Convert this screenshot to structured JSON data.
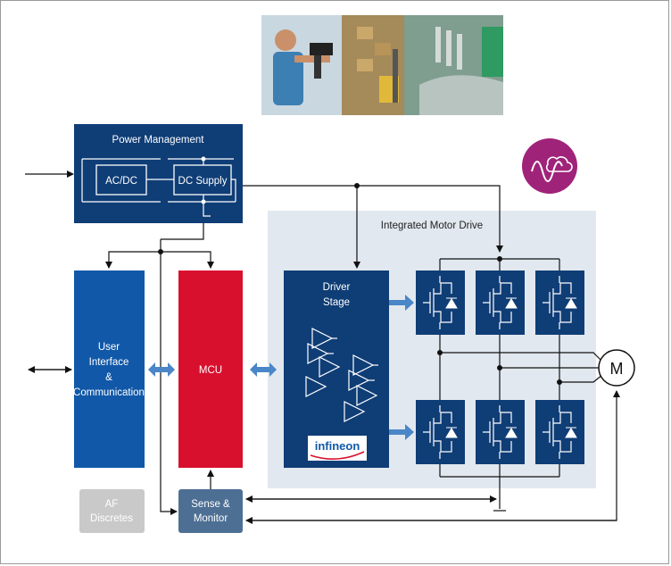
{
  "diagram": {
    "power_management": {
      "title": "Power Management",
      "acdc": "AC/DC",
      "dc_supply": "DC Supply"
    },
    "integrated_motor_drive": {
      "title": "Integrated Motor Drive"
    },
    "driver_stage": {
      "line1": "Driver",
      "line2": "Stage"
    },
    "ui_comm": {
      "line1": "User",
      "line2": "Interface",
      "line3": "&",
      "line4": "Communication"
    },
    "mcu": {
      "label": "MCU"
    },
    "af_discretes": {
      "line1": "AF",
      "line2": "Discretes"
    },
    "sense_monitor": {
      "line1": "Sense &",
      "line2": "Monitor"
    },
    "motor": {
      "label": "M"
    },
    "brand_logo": {
      "text": "infineon"
    },
    "colors": {
      "navy": "#0f3d76",
      "ui_blue": "#1158a8",
      "mcu_red": "#d8102e",
      "sense_slate": "#4d6f94",
      "af_grey": "#c9c9c9",
      "panel": "#e2e8ef",
      "arrow_blue": "#4a86c8",
      "cloud_badge": "#a0237a"
    },
    "icons": [
      "industrial-photo",
      "cloud-wave-icon",
      "mosfet-switch-icon",
      "amplifier-icon",
      "motor-icon",
      "infineon-logo"
    ]
  }
}
